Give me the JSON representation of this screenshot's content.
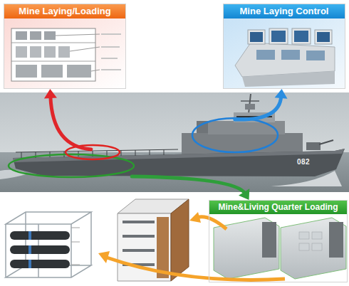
{
  "diagram": {
    "nodes": [
      {
        "text": [
          "Mine Laying/Loading"
        ]
      },
      {
        "text": [
          "Mine Laying Control"
        ]
      },
      {
        "text": [
          "082"
        ]
      },
      {
        "text": [
          "Mine&Living Quarter Loading"
        ]
      }
    ],
    "edges": [
      {
        "from": 2,
        "to": 0,
        "arrow": "to"
      },
      {
        "from": 2,
        "to": 1,
        "arrow": "to"
      },
      {
        "from": 2,
        "to": 3,
        "arrow": "to"
      }
    ]
  }
}
